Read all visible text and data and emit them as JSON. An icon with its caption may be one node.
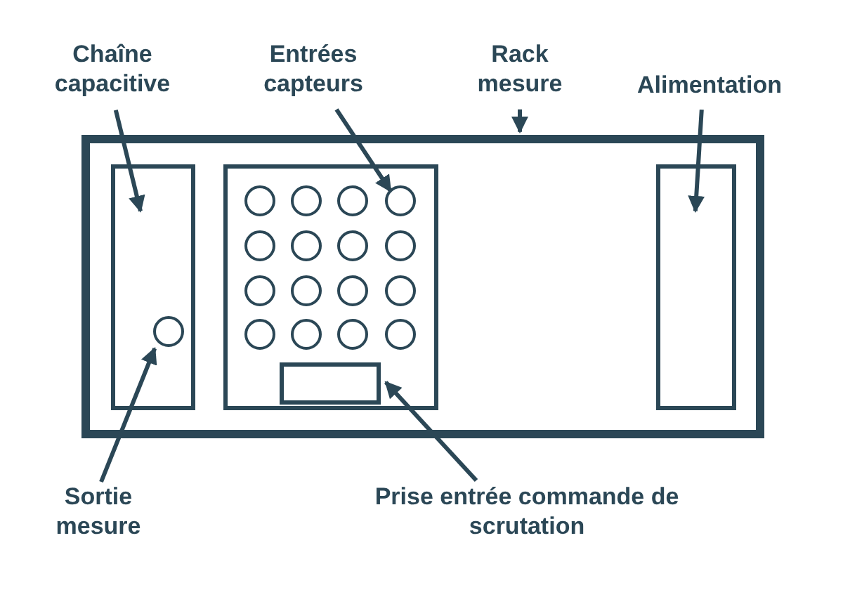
{
  "diagram": {
    "nodes": [
      {
        "text": [
          "Chaîne capacitive"
        ]
      },
      {
        "text": [
          "Entrées capteurs"
        ]
      },
      {
        "text": [
          "Rack mesure"
        ]
      },
      {
        "text": [
          "Alimentation"
        ]
      },
      {
        "text": [],
        "shape": "box"
      },
      {
        "text": [],
        "shape": "box",
        "in": 4
      },
      {
        "text": [],
        "shape": "box",
        "in": 4
      },
      {
        "text": [],
        "shape": "box",
        "in": 4
      },
      {
        "text": [],
        "shape": "circle",
        "in": 5
      },
      {
        "text": [],
        "shape": "circle",
        "in": 6
      },
      {
        "text": [],
        "shape": "circle",
        "in": 6
      },
      {
        "text": [],
        "shape": "circle",
        "in": 6
      },
      {
        "text": [],
        "shape": "circle",
        "in": 6
      },
      {
        "text": [],
        "shape": "circle",
        "in": 6
      },
      {
        "text": [],
        "shape": "circle",
        "in": 6
      },
      {
        "text": [],
        "shape": "circle",
        "in": 6
      },
      {
        "text": [],
        "shape": "circle",
        "in": 6
      },
      {
        "text": [],
        "shape": "circle",
        "in": 6
      },
      {
        "text": [],
        "shape": "circle",
        "in": 6
      },
      {
        "text": [],
        "shape": "circle",
        "in": 6
      },
      {
        "text": [],
        "shape": "circle",
        "in": 6
      },
      {
        "text": [],
        "shape": "circle",
        "in": 6
      },
      {
        "text": [],
        "shape": "circle",
        "in": 6
      },
      {
        "text": [],
        "shape": "circle",
        "in": 6
      },
      {
        "text": [],
        "shape": "circle",
        "in": 6
      },
      {
        "text": [],
        "shape": "box",
        "in": 6
      },
      {
        "text": [
          "Sortie mesure"
        ]
      },
      {
        "text": [
          "Prise entrée commande de scrutation"
        ]
      }
    ],
    "edges": [
      {
        "from": 0,
        "to": 5,
        "arrow": "to"
      },
      {
        "from": 1,
        "to": 12,
        "arrow": "to"
      },
      {
        "from": 2,
        "to": 4,
        "arrow": "to"
      },
      {
        "from": 3,
        "to": 7,
        "arrow": "to"
      },
      {
        "from": 26,
        "to": 8,
        "arrow": "to"
      },
      {
        "from": 27,
        "to": 25,
        "arrow": "to"
      }
    ]
  }
}
